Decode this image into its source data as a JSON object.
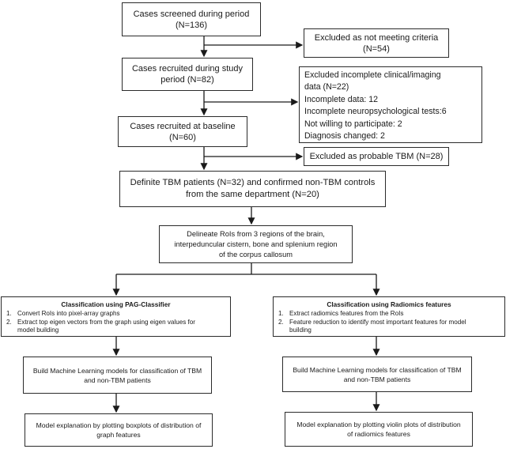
{
  "flow": {
    "screened": {
      "line1": "Cases screened during period",
      "line2": "(N=136)"
    },
    "excluded_criteria": {
      "line1": "Excluded as not meeting criteria",
      "line2": "(N=54)"
    },
    "recruited": {
      "line1": "Cases recruited during study",
      "line2": "period (N=82)"
    },
    "excluded_incomplete": {
      "lines": [
        "Excluded incomplete clinical/imaging",
        "data (N=22)",
        "Incomplete data: 12",
        "Incomplete neuropsychological tests:6",
        "Not willing to participate: 2",
        "Diagnosis changed: 2"
      ]
    },
    "baseline": {
      "line1": "Cases recruited at baseline",
      "line2": "(N=60)"
    },
    "excluded_probable": {
      "text": "Excluded as probable TBM (N=28)"
    },
    "definite": {
      "line1": "Definite TBM patients (N=32) and confirmed non-TBM controls",
      "line2": "from the same department (N=20)"
    },
    "delineate": {
      "line1": "Delineate RoIs from 3 regions of the brain,",
      "line2": "interpeduncular cistern, bone and splenium region",
      "line3": "of the corpus callosum"
    },
    "left_branch": {
      "title": "Classification using PAG-Classifier",
      "steps": [
        {
          "num": "1.",
          "text": "Convert RoIs into pixel-array graphs"
        },
        {
          "num": "2.",
          "text": "Extract top eigen vectors from the graph using eigen values for"
        },
        {
          "num": "",
          "text": "model building"
        }
      ],
      "build": {
        "line1": "Build Machine Learning models for classification of TBM",
        "line2": "and non-TBM patients"
      },
      "explain": {
        "line1": "Model explanation by plotting boxplots of distribution of",
        "line2": "graph features"
      }
    },
    "right_branch": {
      "title": "Classification using Radiomics features",
      "steps": [
        {
          "num": "1.",
          "text": "Extract radiomics features from the RoIs"
        },
        {
          "num": "2.",
          "text": "Feature reduction to identify most important features for model"
        },
        {
          "num": "",
          "text": "building"
        }
      ],
      "build": {
        "line1": "Build Machine Learning models for classification of TBM",
        "line2": "and non-TBM patients"
      },
      "explain": {
        "line1": "Model explanation by plotting violin plots of distribution",
        "line2": "of radiomics features"
      }
    }
  }
}
